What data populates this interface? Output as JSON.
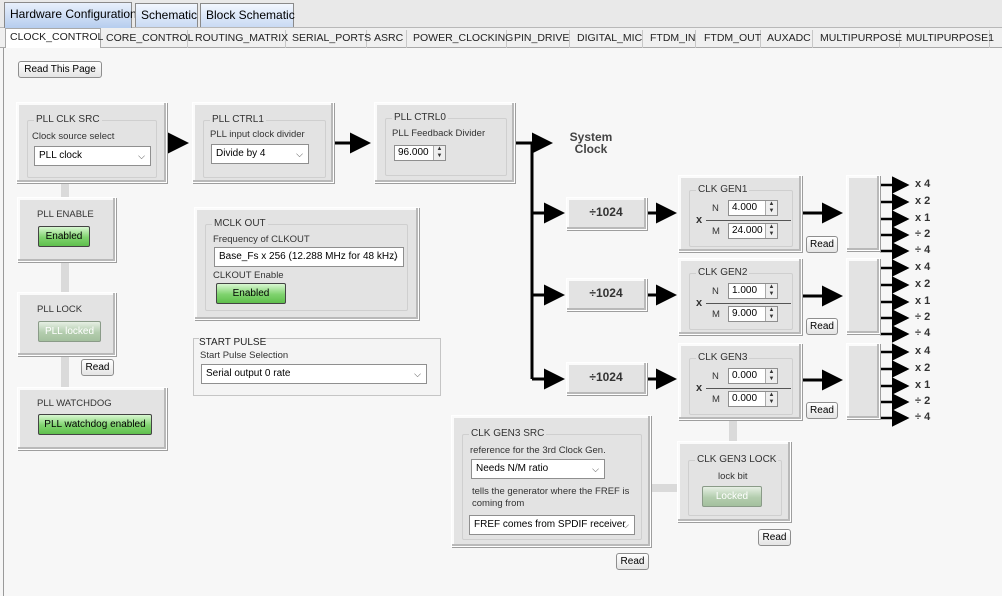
{
  "top_tabs": [
    "Hardware Configuration",
    "Schematic",
    "Block Schematic"
  ],
  "sub_tabs": [
    "CLOCK_CONTROL",
    "CORE_CONTROL",
    "ROUTING_MATRIX",
    "SERIAL_PORTS",
    "ASRC",
    "POWER_CLOCKING",
    "PIN_DRIVE",
    "DIGITAL_MIC",
    "FTDM_IN",
    "FTDM_OUT",
    "AUXADC",
    "MULTIPURPOSE",
    "MULTIPURPOSE1"
  ],
  "read_page": "Read This Page",
  "read": "Read",
  "pll_clk_src": {
    "title": "PLL CLK SRC",
    "label": "Clock source select",
    "value": "PLL clock"
  },
  "pll_ctrl1": {
    "title": "PLL CTRL1",
    "label": "PLL input clock divider",
    "value": "Divide by 4"
  },
  "pll_ctrl0": {
    "title": "PLL CTRL0",
    "label": "PLL Feedback Divider",
    "value": "96.000"
  },
  "system_clock": "System Clock",
  "pll_enable": {
    "title": "PLL ENABLE",
    "state": "Enabled"
  },
  "pll_lock": {
    "title": "PLL LOCK",
    "state": "PLL locked"
  },
  "pll_watchdog": {
    "title": "PLL WATCHDOG",
    "state": "PLL watchdog enabled"
  },
  "mclk_out": {
    "title": "MCLK OUT",
    "freq_label": "Frequency of CLKOUT",
    "freq_value": "Base_Fs x 256 (12.288 MHz for 48 kHz)",
    "enable_label": "CLKOUT Enable",
    "enable_state": "Enabled"
  },
  "start_pulse": {
    "title": "START PULSE",
    "label": "Start Pulse Selection",
    "value": "Serial output 0 rate"
  },
  "divider_label": "÷1024",
  "n_label": "N",
  "m_label": "M",
  "x_label": "x",
  "clk_gens": [
    {
      "title": "CLK GEN1",
      "n": "4.000",
      "m": "24.000"
    },
    {
      "title": "CLK GEN2",
      "n": "1.000",
      "m": "9.000"
    },
    {
      "title": "CLK GEN3",
      "n": "0.000",
      "m": "0.000"
    }
  ],
  "outputs": [
    "x 4",
    "x 2",
    "x 1",
    "÷ 2",
    "÷ 4"
  ],
  "clk_gen3_src": {
    "title": "CLK GEN3 SRC",
    "label": "reference for the 3rd Clock Gen.",
    "value": "Needs N/M ratio",
    "desc": "tells the generator where the FREF is coming from",
    "fref_value": "FREF comes from SPDIF receiver"
  },
  "clk_gen3_lock": {
    "title": "CLK GEN3 LOCK",
    "label": "lock bit",
    "state": "Locked"
  }
}
